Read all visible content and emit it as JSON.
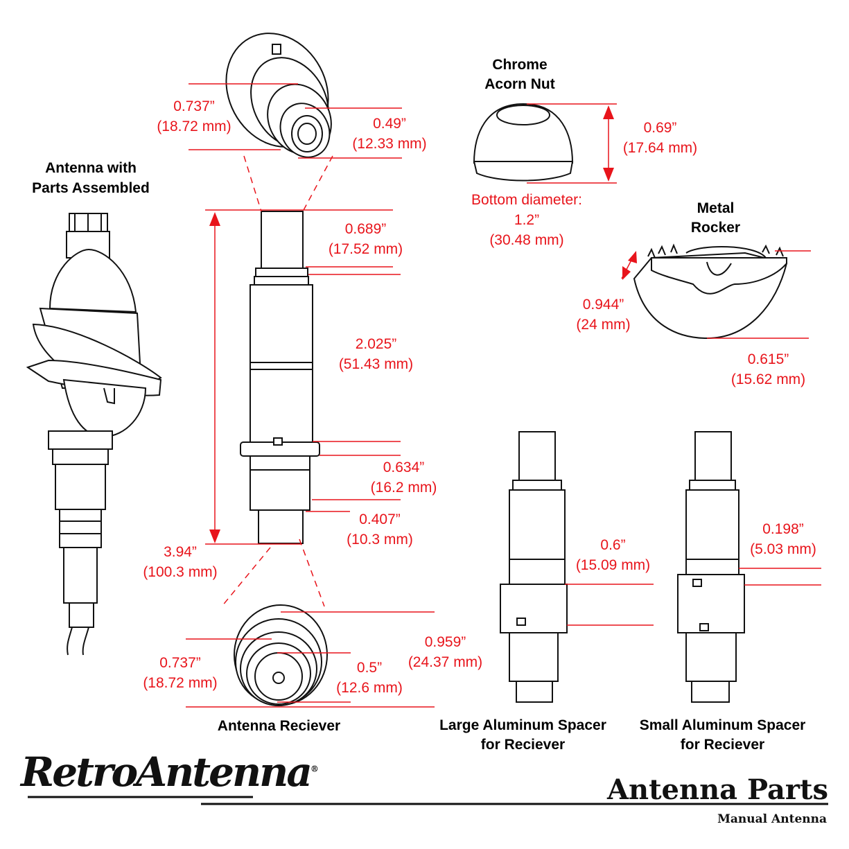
{
  "labels": {
    "assembled": [
      "Antenna with",
      "Parts Assembled"
    ],
    "acorn_nut": [
      "Chrome",
      "Acorn Nut"
    ],
    "metal_rocker": [
      "Metal",
      "Rocker"
    ],
    "receiver": "Antenna Reciever",
    "large_spacer": [
      "Large Aluminum Spacer",
      "for Reciever"
    ],
    "small_spacer": [
      "Small Aluminum Spacer",
      "for Reciever"
    ]
  },
  "dimensions": {
    "top_outer": [
      "0.737”",
      "(18.72 mm)"
    ],
    "top_inner": [
      "0.49”",
      "(12.33 mm)"
    ],
    "shaft_top": [
      "0.689”",
      "(17.52 mm)"
    ],
    "shaft_mid": [
      "2.025”",
      "(51.43 mm)"
    ],
    "shaft_flange": [
      "0.634”",
      "(16.2 mm)"
    ],
    "shaft_tip": [
      "0.407”",
      "(10.3 mm)"
    ],
    "shaft_total": [
      "3.94”",
      "(100.3 mm)"
    ],
    "bottom_big": [
      "0.959”",
      "(24.37 mm)"
    ],
    "bottom_outer": [
      "0.737”",
      "(18.72 mm)"
    ],
    "bottom_inner": [
      "0.5”",
      "(12.6 mm)"
    ],
    "acorn_height": [
      "0.69”",
      "(17.64 mm)"
    ],
    "acorn_bottom": [
      "Bottom diameter:",
      "1.2”",
      "(30.48 mm)"
    ],
    "rocker_height": [
      "0.944”",
      "(24 mm)"
    ],
    "rocker_bottom": [
      "0.615”",
      "(15.62 mm)"
    ],
    "large_spacer": [
      "0.6”",
      "(15.09 mm)"
    ],
    "small_spacer": [
      "0.198”",
      "(5.03 mm)"
    ]
  },
  "brand": {
    "logo": "RetroAntenna",
    "mark": "®"
  },
  "doc": {
    "title": "Antenna Parts",
    "subtitle": "Manual Antenna"
  },
  "colors": {
    "dimension": "#e8141b",
    "line": "#111111"
  }
}
